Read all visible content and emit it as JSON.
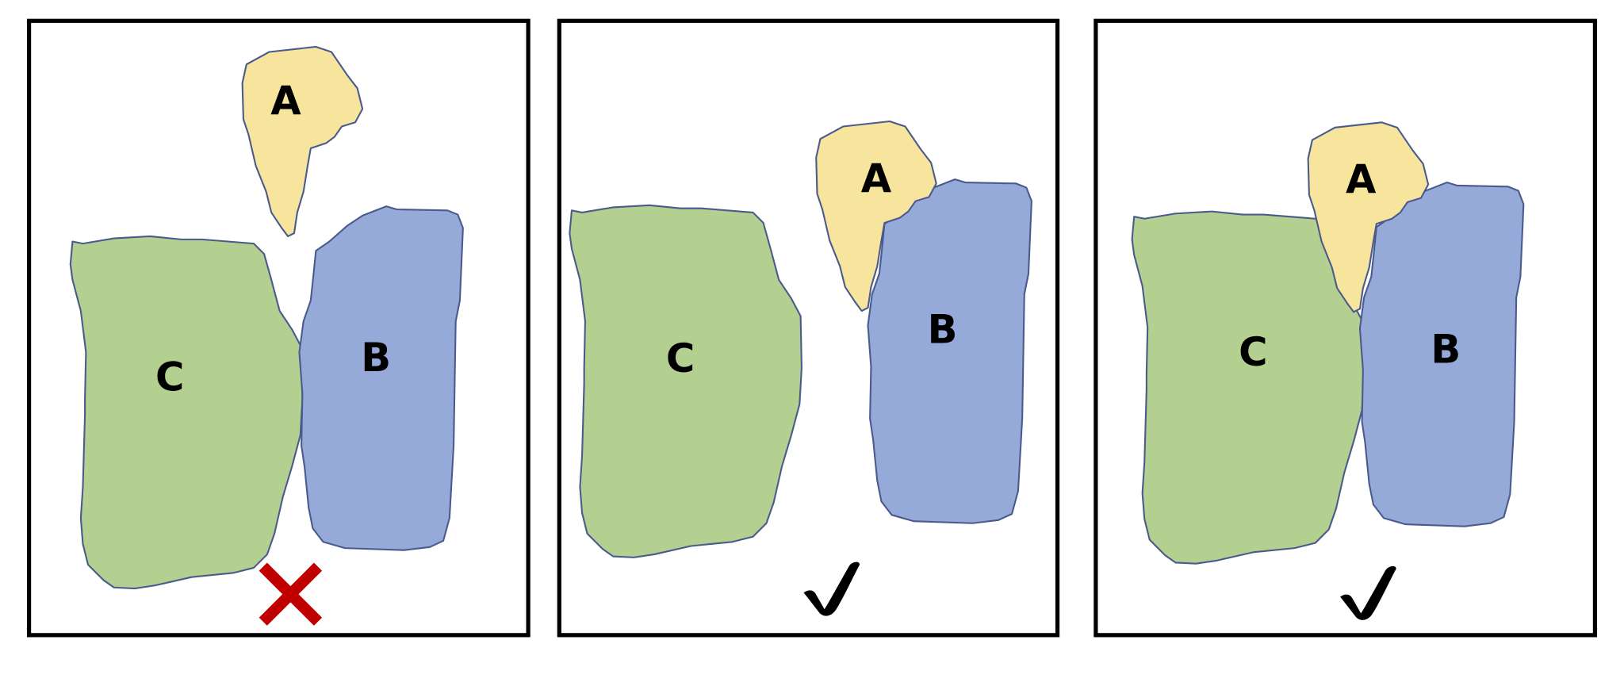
{
  "colors": {
    "A": "#f7e59e",
    "B": "#96aad9",
    "C": "#b3d091",
    "outline": "#4a5a8c",
    "cross": "#c00000",
    "check": "#000000"
  },
  "panels": [
    {
      "labels": {
        "A": "A",
        "B": "B",
        "C": "C"
      },
      "verdict": "incorrect",
      "verdict_icon": "cross-icon"
    },
    {
      "labels": {
        "A": "A",
        "B": "B",
        "C": "C"
      },
      "verdict": "correct",
      "verdict_icon": "check-icon"
    },
    {
      "labels": {
        "A": "A",
        "B": "B",
        "C": "C"
      },
      "verdict": "correct",
      "verdict_icon": "check-icon"
    }
  ]
}
